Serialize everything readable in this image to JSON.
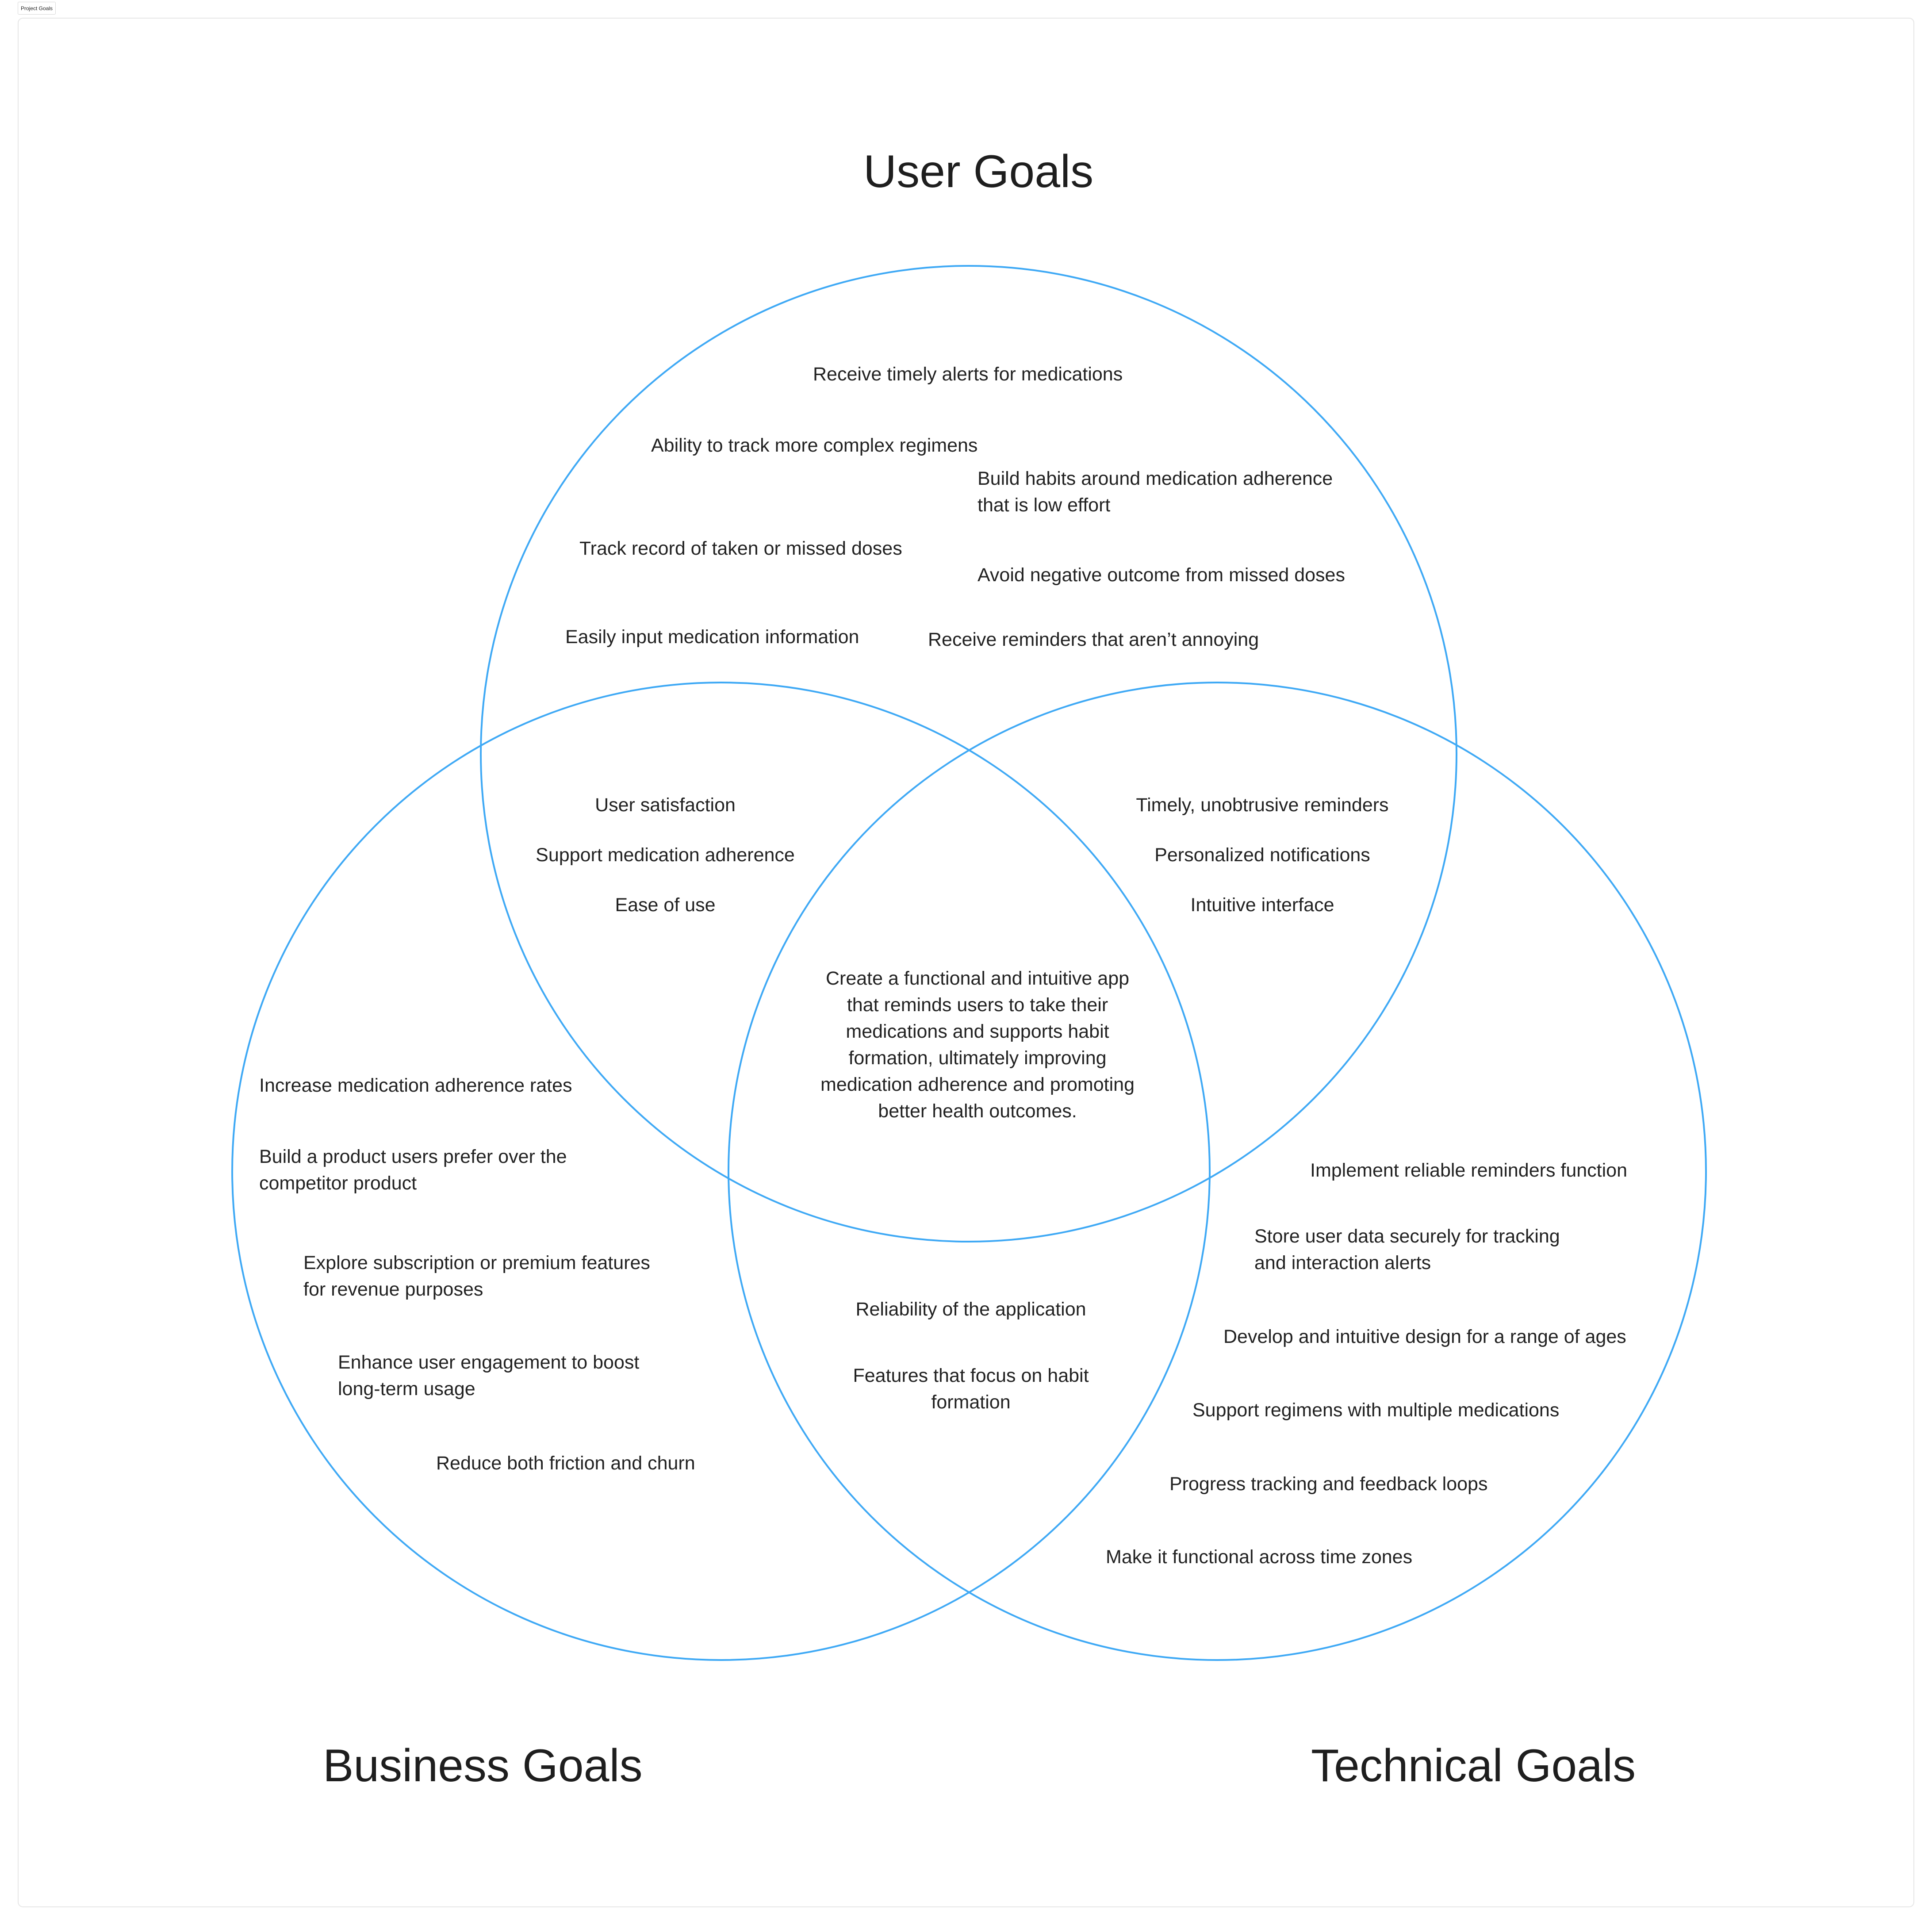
{
  "frame": {
    "label": "Project Goals"
  },
  "colors": {
    "circle_stroke": "#3fa9f5",
    "text": "#222222",
    "frame_border": "#e6e6e6"
  },
  "titles": {
    "user": "User Goals",
    "business": "Business Goals",
    "technical": "Technical Goals"
  },
  "user_only": [
    "Receive timely alerts for medications",
    "Ability to track more complex regimens",
    "Build habits around medication adherence\nthat is low effort",
    "Track record of taken or missed doses",
    "Avoid negative outcome from missed doses",
    "Easily input medication information",
    "Receive reminders that aren’t annoying"
  ],
  "user_business": [
    "User satisfaction",
    "Support medication adherence",
    "Ease of use"
  ],
  "user_technical": [
    "Timely, unobtrusive reminders",
    "Personalized notifications",
    "Intuitive interface"
  ],
  "all_three": "Create a functional and intuitive app\nthat reminds users to take their\nmedications and supports habit\nformation, ultimately improving\nmedication adherence and promoting\nbetter health outcomes.",
  "business_only": [
    "Increase medication adherence rates",
    "Build a product users prefer over the\ncompetitor product",
    "Explore subscription or premium features\nfor revenue purposes",
    "Enhance user engagement to boost\nlong-term usage",
    "Reduce both friction and churn"
  ],
  "business_technical": [
    "Reliability of the application",
    "Features that focus on habit\nformation"
  ],
  "technical_only": [
    "Implement reliable reminders function",
    "Store user data securely for tracking\nand interaction alerts",
    "Develop and intuitive design for a range of ages",
    "Support regimens with multiple medications",
    "Progress tracking and feedback loops",
    "Make it functional across time zones"
  ]
}
